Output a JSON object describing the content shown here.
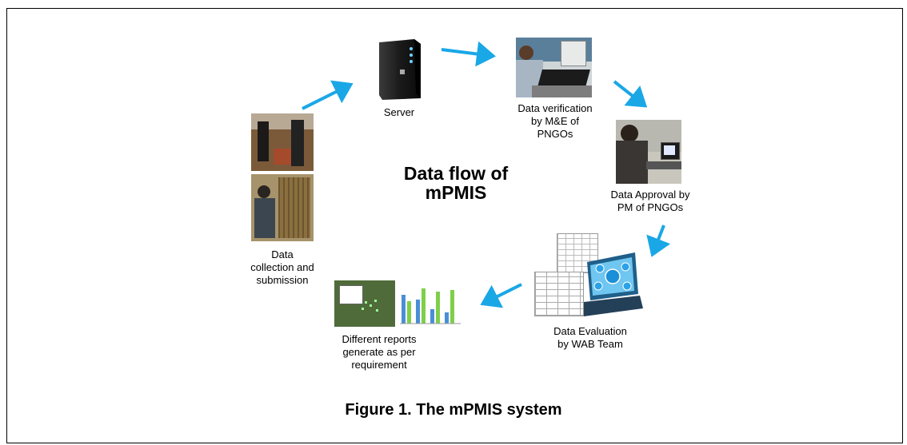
{
  "center_title_line1": "Data flow of",
  "center_title_line2": "mPMIS",
  "caption": "Figure 1. The mPMIS system",
  "nodes": {
    "server": {
      "label": "Server",
      "icon": "server-tower-icon"
    },
    "verification": {
      "label_lines": [
        "Data verification",
        "by M&E of",
        "PNGOs"
      ],
      "icon": "person-at-laptop-photo"
    },
    "approval": {
      "label_lines": [
        "Data Approval by",
        "PM of PNGOs"
      ],
      "icon": "person-at-computer-photo"
    },
    "evaluation": {
      "label_lines": [
        "Data Evaluation",
        "by WAB Team"
      ],
      "icon": "tables-and-laptop-network-icon"
    },
    "reports": {
      "label_lines": [
        "Different reports",
        "generate as per",
        "requirement"
      ],
      "icon": "map-and-bar-chart-icon"
    },
    "collection": {
      "label_lines": [
        "Data",
        "collection and",
        "submission"
      ],
      "icon": "field-photos"
    }
  },
  "colors": {
    "arrow": "#1aa7e6",
    "border": "#000000"
  }
}
